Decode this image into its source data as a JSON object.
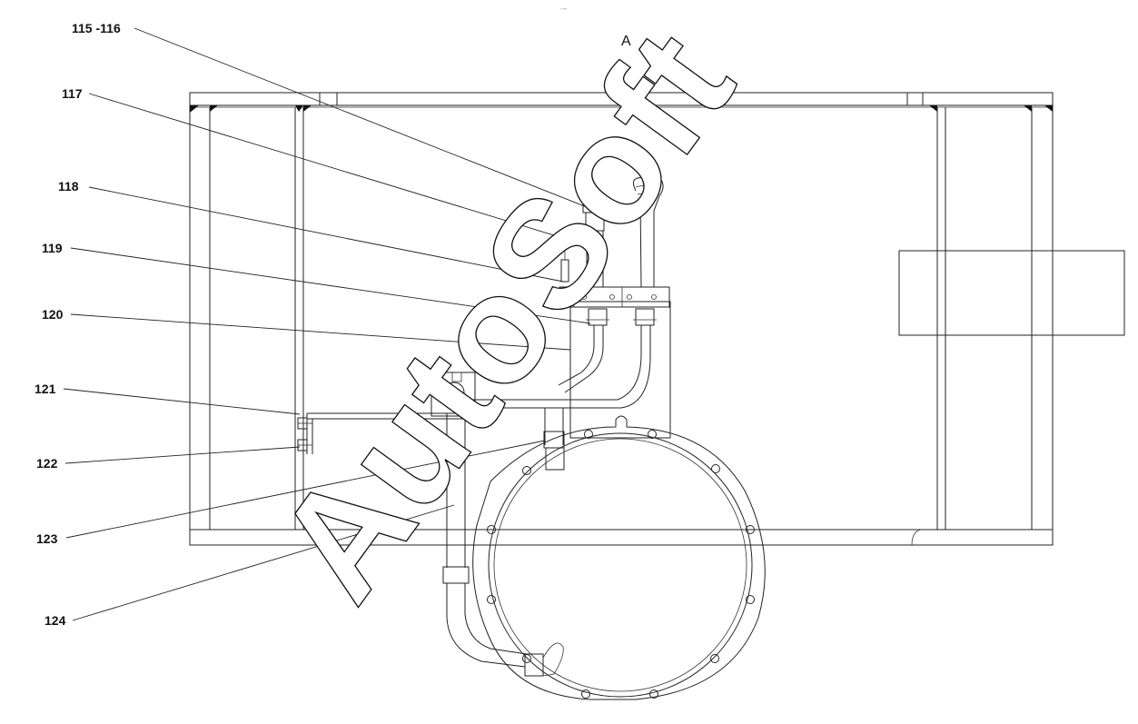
{
  "drawing": {
    "view_label": "A",
    "tiny_note": "▫ ▫▫▫",
    "watermark": "AutoSoft",
    "callouts": [
      {
        "id": "c115",
        "text": "115 -116"
      },
      {
        "id": "c117",
        "text": "117"
      },
      {
        "id": "c118",
        "text": "118"
      },
      {
        "id": "c119",
        "text": "119"
      },
      {
        "id": "c120",
        "text": "120"
      },
      {
        "id": "c121",
        "text": "121"
      },
      {
        "id": "c122",
        "text": "122"
      },
      {
        "id": "c123",
        "text": "123"
      },
      {
        "id": "c124",
        "text": "124"
      }
    ]
  }
}
